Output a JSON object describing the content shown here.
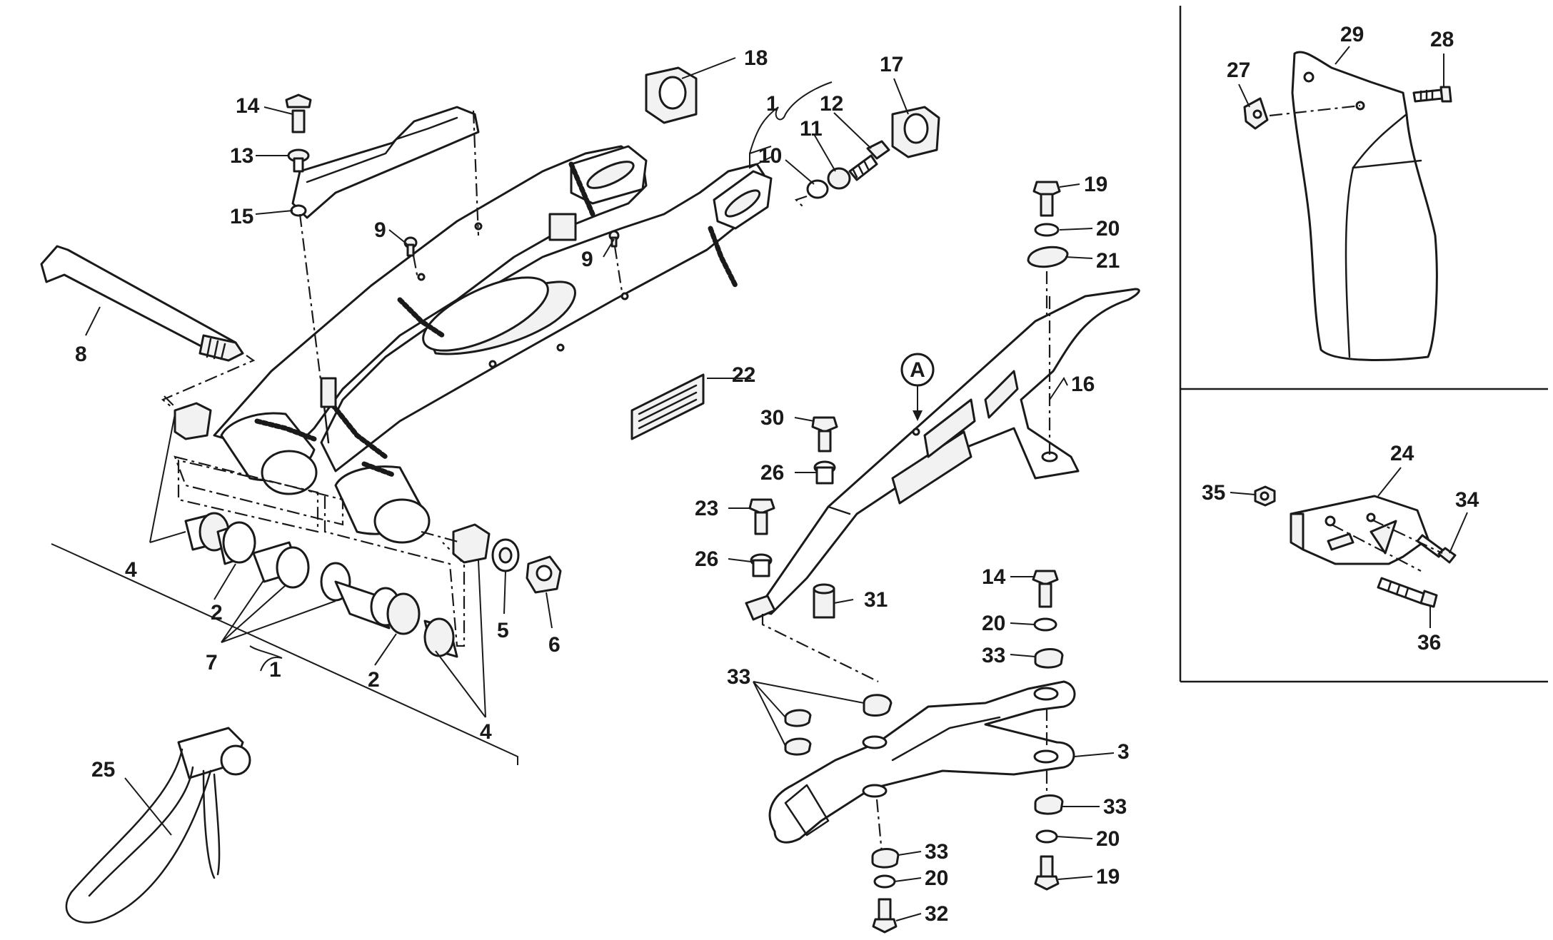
{
  "diagram": {
    "callouts": {
      "c1a": "1",
      "c1b": "1",
      "c2a": "2",
      "c2b": "2",
      "c3": "3",
      "c4a": "4",
      "c4b": "4",
      "c5": "5",
      "c6": "6",
      "c7": "7",
      "c8": "8",
      "c9a": "9",
      "c9b": "9",
      "c10": "10",
      "c11": "11",
      "c12": "12",
      "c13": "13",
      "c14a": "14",
      "c14b": "14",
      "c15": "15",
      "c16": "16",
      "c17": "17",
      "c18": "18",
      "c19a": "19",
      "c19b": "19",
      "c20a": "20",
      "c20b": "20",
      "c20c": "20",
      "c20d": "20",
      "c21": "21",
      "c22": "22",
      "c23": "23",
      "c24": "24",
      "c25": "25",
      "c26a": "26",
      "c26b": "26",
      "c27": "27",
      "c28": "28",
      "c29": "29",
      "c30": "30",
      "c31": "31",
      "c32": "32",
      "c33a": "33",
      "c33b": "33",
      "c33c": "33",
      "c33d": "33",
      "c34": "34",
      "c35": "35",
      "c36": "36",
      "detail_mark": "A"
    }
  }
}
